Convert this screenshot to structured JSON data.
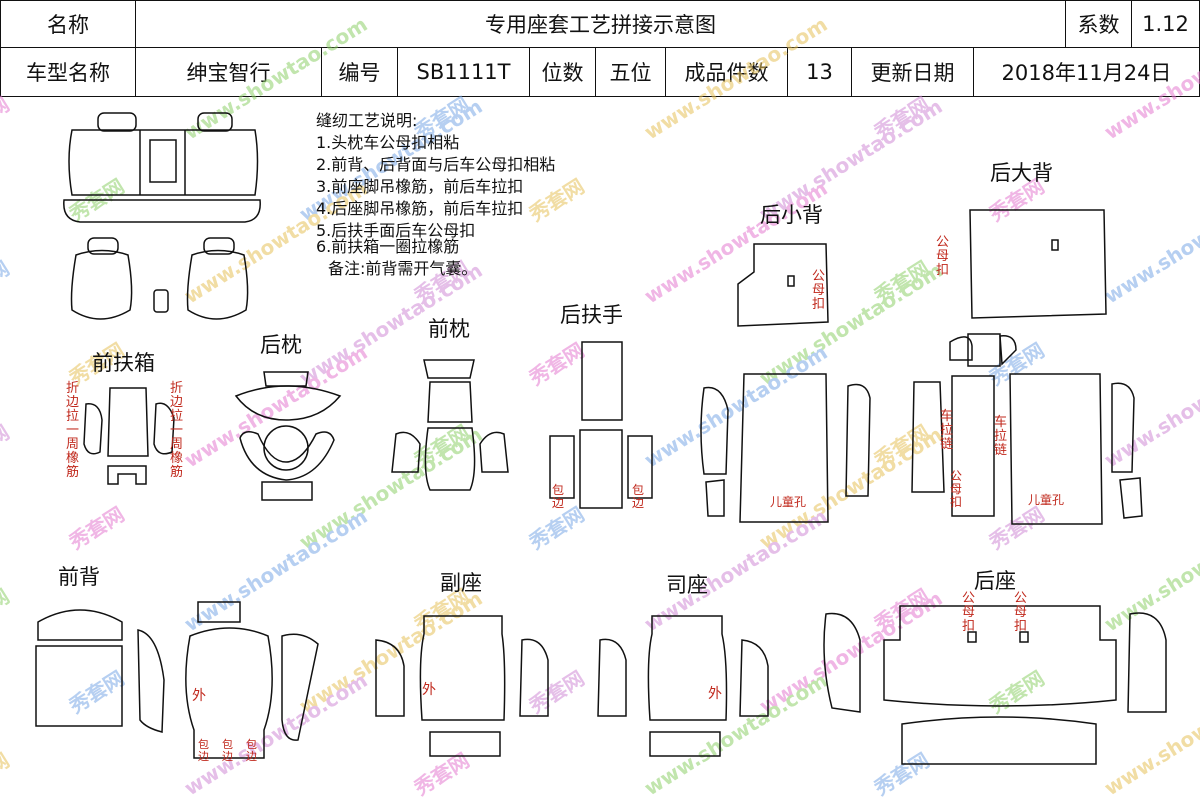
{
  "header": {
    "name_label": "名称",
    "title": "专用座套工艺拼接示意图",
    "coef_label": "系数",
    "coef_value": "1.12",
    "model_label": "车型名称",
    "model_value": "绅宝智行",
    "code_label": "编号",
    "code_value": "SB1111T",
    "seats_label": "位数",
    "seats_value": "五位",
    "pieces_label": "成品件数",
    "pieces_value": "13",
    "date_label": "更新日期",
    "date_value": "2018年11月24日"
  },
  "notes": {
    "title": "缝纫工艺说明:",
    "lines": [
      "1.头枕车公母扣相粘",
      "2.前背、后背面与后车公母扣相粘",
      "3.前座脚吊橡筋，前后车拉扣",
      "4.后座脚吊橡筋，前后车拉扣",
      "5.后扶手面后车公母扣",
      "6.前扶箱一圈拉橡筋"
    ],
    "remark": "备注:前背需开气囊。"
  },
  "sections": {
    "front_armbox": "前扶箱",
    "rear_pillow": "后枕",
    "front_pillow": "前枕",
    "rear_armrest": "后扶手",
    "rear_small_back": "后小背",
    "rear_big_back": "后大背",
    "front_back": "前背",
    "passenger_seat": "副座",
    "driver_seat": "司座",
    "rear_seat": "后座"
  },
  "annotations": {
    "fold_edge_elastic": "折边拉一周橡筋",
    "binding": "包边",
    "snap": "公母扣",
    "zipper": "车拉链",
    "child_hole": "儿童孔",
    "outside": "外"
  },
  "watermark": {
    "cn": "秀套网",
    "en": "www.showtao.com",
    "colors": [
      "#e37bd0",
      "#8fd06a",
      "#7aa8e6",
      "#e6c15a",
      "#cf8ad6"
    ]
  }
}
